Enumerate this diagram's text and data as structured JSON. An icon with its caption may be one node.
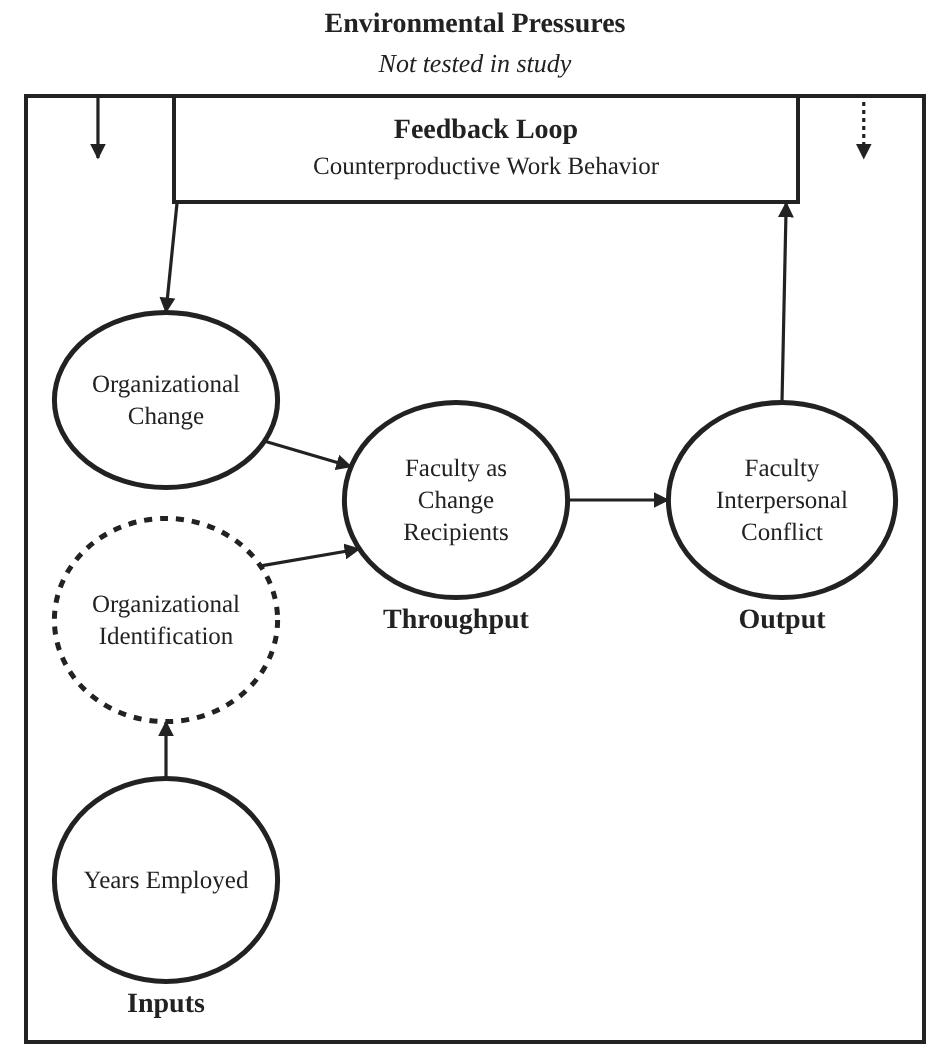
{
  "diagram": {
    "nodes": [
      {
        "text": [
          "Environmental Pressures",
          "Not tested in study"
        ]
      },
      {
        "text": [
          "Feedback Loop",
          "Counterproductive Work Behavior"
        ],
        "in": 0
      },
      {
        "text": [
          "Organizational Change"
        ],
        "in": 0
      },
      {
        "text": [
          "Faculty as Change Recipients"
        ],
        "in": 0,
        "beside": [
          "Throughput"
        ]
      },
      {
        "text": [
          "Faculty Interpersonal Conflict"
        ],
        "in": 0,
        "beside": [
          "Output"
        ]
      },
      {
        "text": [
          "Organizational Identification"
        ],
        "in": 0
      },
      {
        "text": [
          "Years Employed"
        ],
        "in": 0,
        "beside": [
          "Inputs"
        ]
      }
    ],
    "edges": [
      {
        "from": 0,
        "to": null,
        "arrow": "to"
      },
      {
        "from": 0,
        "to": null,
        "arrow": "to",
        "style": "dashed"
      },
      {
        "from": 1,
        "to": 2,
        "arrow": "to"
      },
      {
        "from": 2,
        "to": 3,
        "arrow": "to"
      },
      {
        "from": 5,
        "to": 3,
        "arrow": "to"
      },
      {
        "from": 3,
        "to": 4,
        "arrow": "to"
      },
      {
        "from": 4,
        "to": 1,
        "arrow": "to"
      },
      {
        "from": 6,
        "to": 5,
        "arrow": "to"
      }
    ]
  }
}
